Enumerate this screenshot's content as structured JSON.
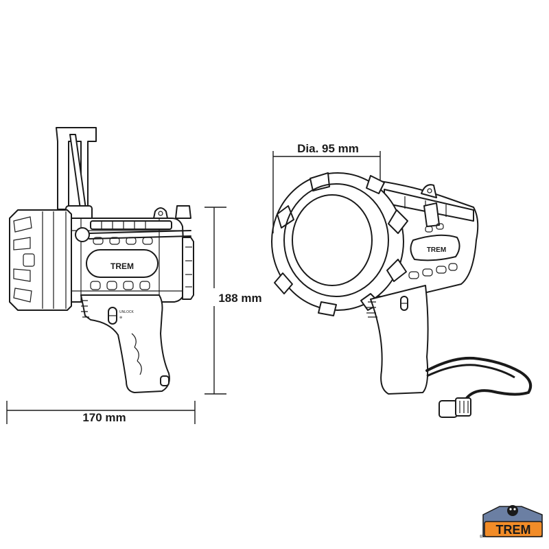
{
  "dimensions": {
    "width_label": "170 mm",
    "height_label": "188 mm",
    "diameter_label": "Dia. 95 mm"
  },
  "side_view": {
    "switch_label": "UNLOCK",
    "badge_text": "TREM"
  },
  "perspective_view": {
    "badge_text": "TREM"
  },
  "brand_logo": {
    "text": "TREM",
    "registered_mark": "®",
    "colors": {
      "primary": "#f28c28",
      "outline": "#1a1a1a",
      "shadow": "#6b7fa3"
    }
  }
}
